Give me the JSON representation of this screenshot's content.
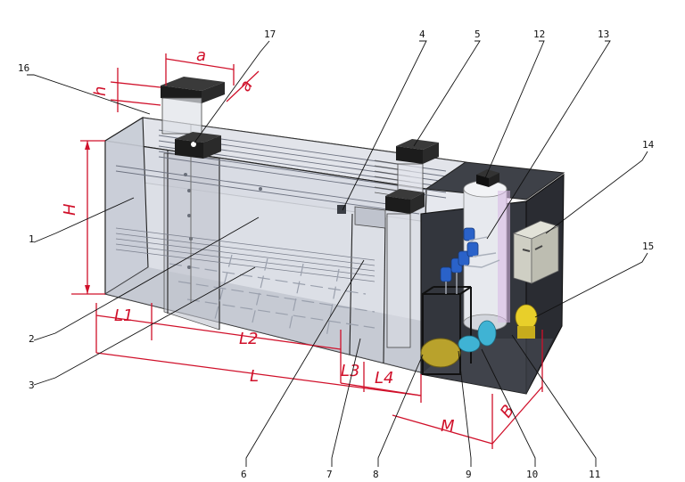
{
  "part_labels": [
    "1",
    "2",
    "3",
    "4",
    "5",
    "6",
    "7",
    "8",
    "9",
    "10",
    "11",
    "12",
    "13",
    "14",
    "15",
    "16",
    "17"
  ],
  "dimension_labels": {
    "height": "H",
    "length_total": "L",
    "length_1": "L1",
    "length_2": "L2",
    "length_3": "L3",
    "length_4": "L4",
    "module_length": "M",
    "module_width": "B",
    "cap_width_a_top": "a",
    "cap_width_a_side": "a",
    "cap_height": "h"
  },
  "colors": {
    "dimension": "#d0102a",
    "tank_glass": "#d6d9e2",
    "equipment_room": "#33363d",
    "cap": "#1c1c1c",
    "pump_blue": "#2a62c9",
    "tank_cylinder": "#e7e9ee",
    "cabinet": "#cfcfc4",
    "yellow_unit": "#e8cf2a",
    "cyan_unit": "#3fb3d4",
    "olive_base": "#b9a22c"
  }
}
